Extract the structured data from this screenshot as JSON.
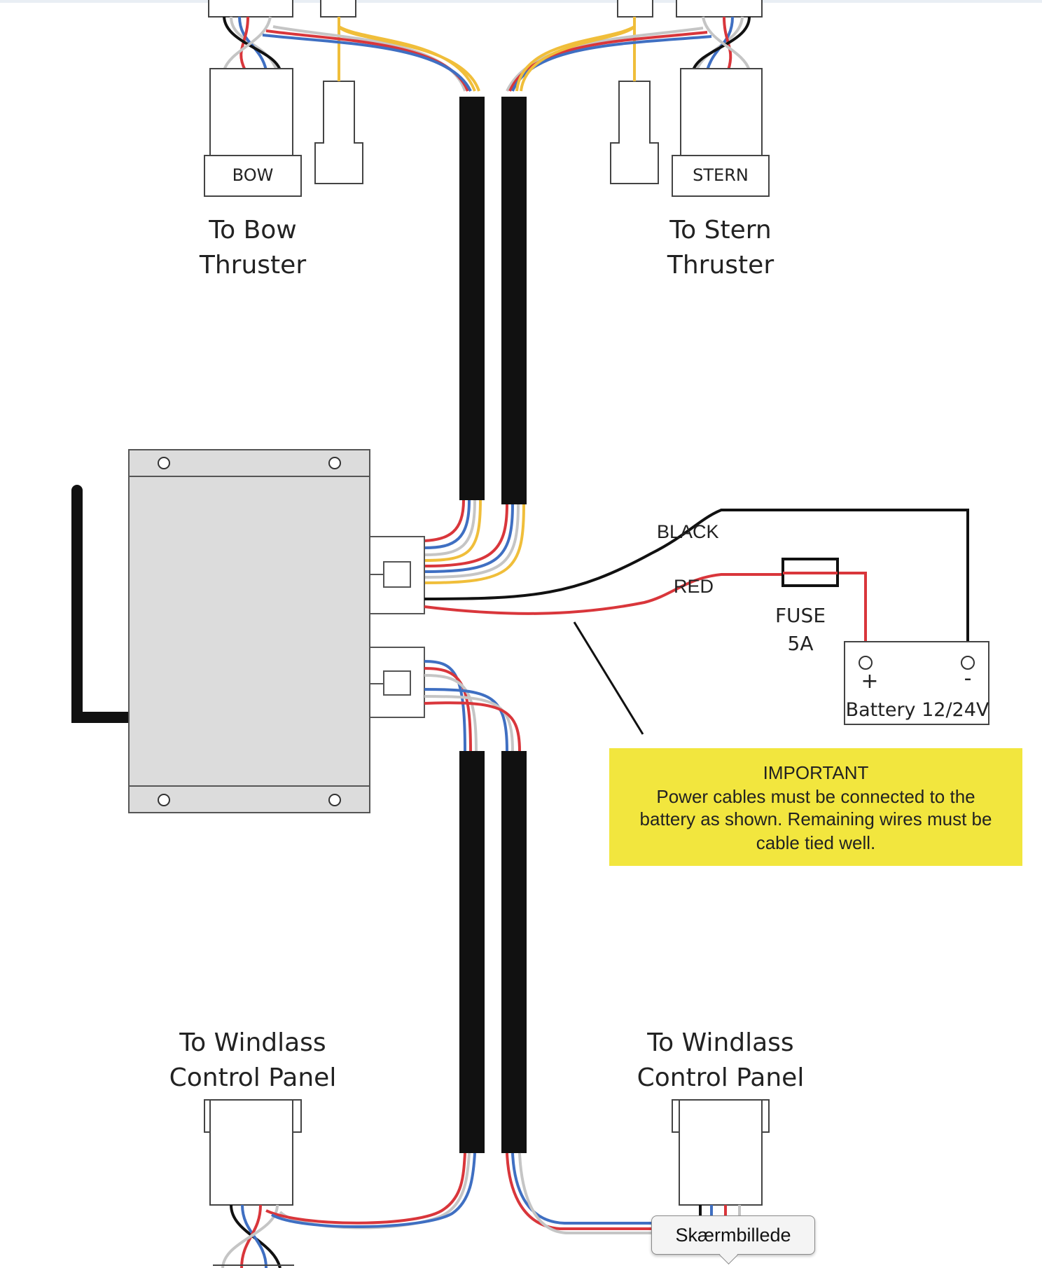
{
  "labels": {
    "bow_connector": "BOW",
    "stern_connector": "STERN",
    "bow_line1": "To Bow",
    "bow_line2": "Thruster",
    "stern_line1": "To Stern",
    "stern_line2": "Thruster",
    "windlass_left_line1": "To Windlass",
    "windlass_left_line2": "Control Panel",
    "windlass_right_line1": "To Windlass",
    "windlass_right_line2": "Control Panel",
    "black_wire": "BLACK",
    "red_wire": "RED",
    "fuse_line1": "FUSE",
    "fuse_line2": "5A",
    "battery_plus": "+",
    "battery_minus": "-",
    "battery": "Battery 12/24V"
  },
  "note": {
    "title": "IMPORTANT",
    "line1": "Power cables must be connected to the",
    "line2": "battery as shown. Remaining wires must be",
    "line3": "cable tied well."
  },
  "tooltip": {
    "label": "Skærmbillede"
  },
  "colors": {
    "note_background": "#f2e63e",
    "wire_red": "#d9363b",
    "wire_blue": "#3f6fc2",
    "wire_yellow": "#f0be3a",
    "wire_gray": "#c5c5c5",
    "wire_black": "#111111",
    "control_box": "#dcdcdc"
  }
}
